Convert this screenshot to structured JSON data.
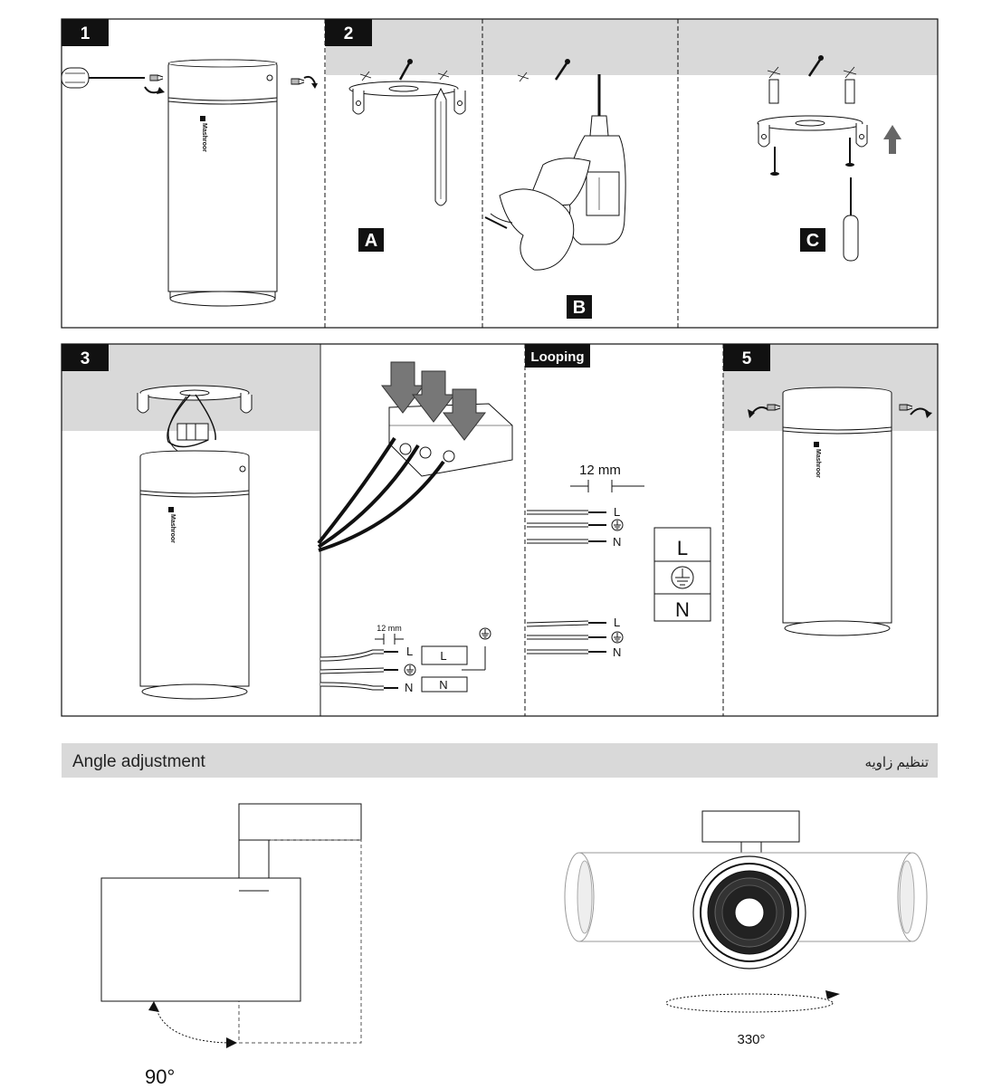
{
  "steps": {
    "step1": "1",
    "step2": "2",
    "step3": "3",
    "step5": "5"
  },
  "substeps": {
    "a": "A",
    "b": "B",
    "c": "C"
  },
  "looping_label": "Looping",
  "brand_text": "Mashroor",
  "wiring": {
    "strip_length": "12 mm",
    "strip_length_small": "12 mm",
    "live": "L",
    "neutral": "N"
  },
  "angle_section": {
    "title": "Angle adjustment",
    "title_fa": "تنظیم زاویه",
    "tilt_angle": "90°",
    "rotation_angle": "330°"
  }
}
